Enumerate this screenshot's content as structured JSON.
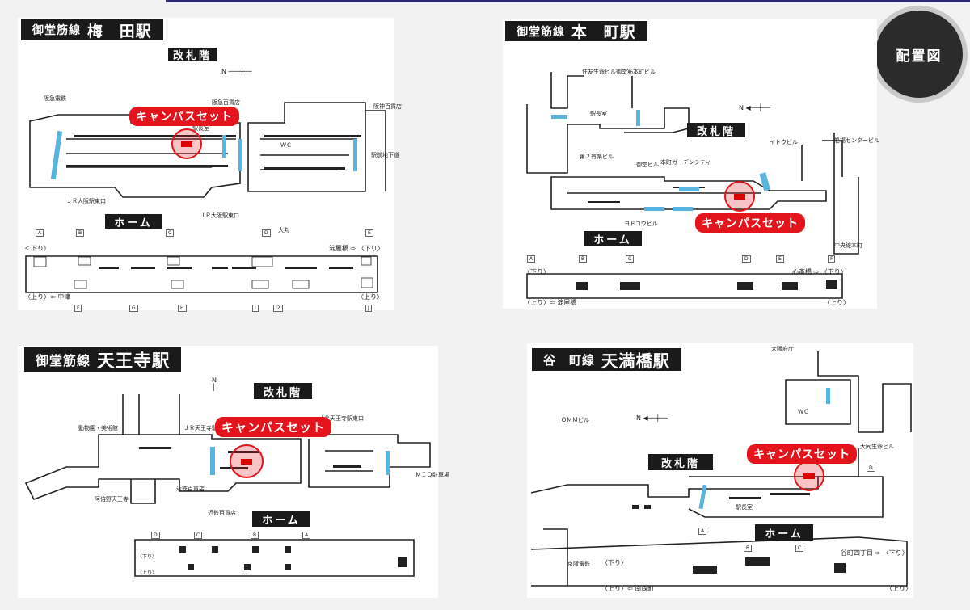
{
  "badge": "配置図",
  "campus_label": "キャンパスセット",
  "maps": [
    {
      "line": "御堂筋線",
      "station": "梅　田駅",
      "concourse": "改札階",
      "platform": "ホーム",
      "down": "＜下り）",
      "down_dest": "淀屋橋 ⇨ 〈下り〉",
      "up": "〈上り〉⇦ 中津",
      "up_end": "〈上り〉",
      "labels": [
        "阪急電鉄",
        "駅長室",
        "阪急百貨店",
        "ＪＲ大阪駅東口",
        "ＪＲ大阪駅東口",
        "ＷＣ",
        "駅前地下道",
        "大丸",
        "阪神百貨店"
      ],
      "exits_top": [
        "A",
        "B",
        "C",
        "D",
        "E"
      ],
      "exits_bottom": [
        "F",
        "G",
        "H",
        "I",
        "I2",
        "J"
      ]
    },
    {
      "line": "御堂筋線",
      "station": "本　町駅",
      "concourse": "改札階",
      "platform": "ホーム",
      "down": "〈下り〉",
      "down_dest": "心斎橋 ⇨ 〈下り〉",
      "up": "〈上り〉⇦ 淀屋橋",
      "up_end": "〈上り〉",
      "labels": [
        "住友生命ビル",
        "御堂筋本町ビル",
        "駅長室",
        "第２有楽ビル",
        "御堂ビル",
        "本町ガーデンシティ",
        "イトウビル",
        "船場センタービル",
        "ヨドコウビル",
        "中央線本町"
      ],
      "exits_top": [
        "A",
        "B",
        "C",
        "D",
        "E",
        "F"
      ]
    },
    {
      "line": "御堂筋線",
      "station": "天王寺駅",
      "concourse": "改札階",
      "platform": "ホーム",
      "down": "〈下り〉",
      "up": "〈上り〉",
      "labels": [
        "動物園・美術館",
        "ＪＲ天王寺駅",
        "ＪＲ天王寺駅東口",
        "近鉄百貨店",
        "近鉄百貨店",
        "阿倍野天王寺",
        "ＭＩＯ駐車場"
      ],
      "exits_top": [
        "D",
        "C",
        "B",
        "A"
      ]
    },
    {
      "line": "谷　町線",
      "station": "天満橋駅",
      "concourse": "改札階",
      "platform": "ホーム",
      "down": "〈下り〉",
      "down_dest": "谷町四丁目 ⇨ 〈下り〉",
      "up": "〈上り〉⇦ 南森町",
      "up_end": "〈上り〉",
      "labels": [
        "大阪府庁",
        "ＯＭＭビル",
        "大同生命ビル",
        "駅長室",
        "京阪電鉄",
        "ＷＣ"
      ],
      "exits_top": [
        "A",
        "B",
        "C",
        "D"
      ]
    }
  ],
  "colors": {
    "accent": "#e3141b",
    "stair": "#5ab4e0",
    "bg": "#f2f2f2",
    "title_bg": "#1a1a1a"
  }
}
